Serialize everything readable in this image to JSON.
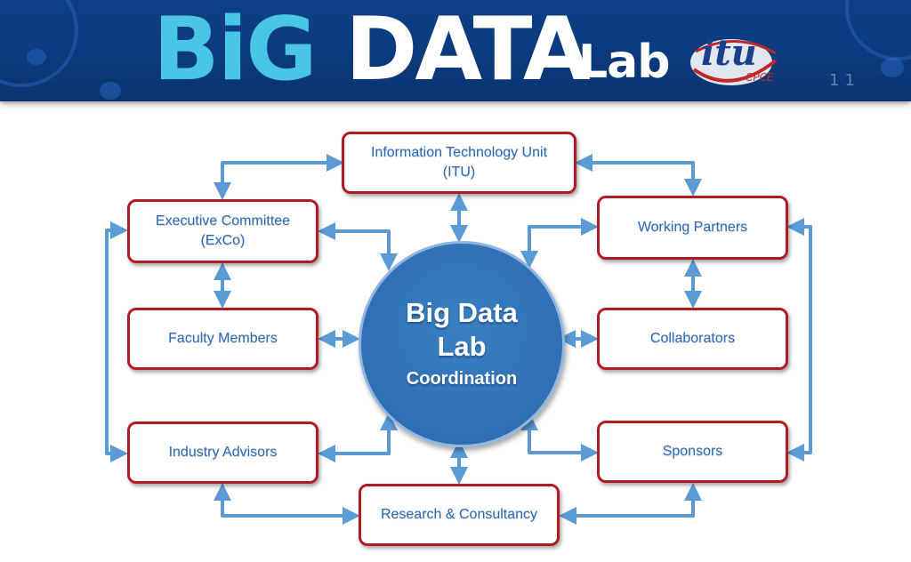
{
  "header": {
    "logo_big": "BiG",
    "logo_data": "DATA",
    "logo_lab": "Lab",
    "partner_logo": "itu",
    "partner_sub": "CPCE",
    "page_number": "11",
    "colors": {
      "banner": "#0b3a7e",
      "big": "#49c6e5",
      "data": "#ffffff"
    }
  },
  "diagram": {
    "center": {
      "line1": "Big Data",
      "line2": "Lab",
      "line3": "Coordination"
    },
    "nodes": {
      "itu": "Information Technology Unit\n(ITU)",
      "exco": "Executive Committee\n(ExCo)",
      "faculty": "Faculty Members",
      "industry": "Industry Advisors",
      "research": "Research & Consultancy",
      "partners": "Working Partners",
      "collaborators": "Collaborators",
      "sponsors": "Sponsors"
    },
    "colors": {
      "node_border": "#b01c22",
      "node_text": "#2a6ab5",
      "arrow": "#5b9bd5",
      "hub": "#2f6fb4"
    }
  }
}
